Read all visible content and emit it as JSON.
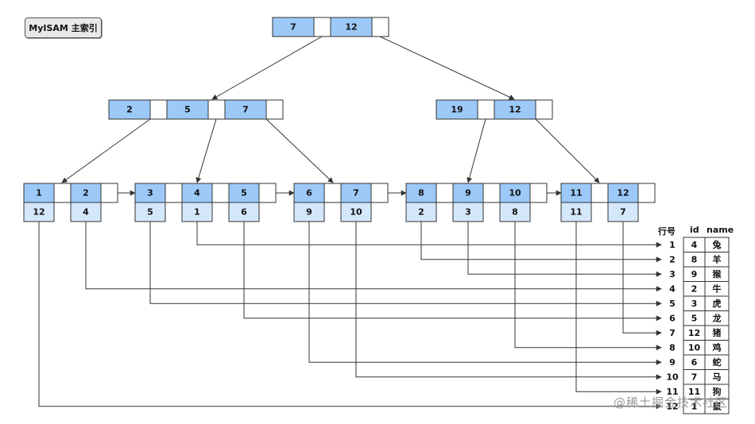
{
  "title": "MyISAM 主索引",
  "watermark": "@稀土掘金技术社区",
  "colors": {
    "key": "#9cc9f8",
    "ptr": "#d4e7fb",
    "line": "#333333"
  },
  "root": {
    "keys": [
      "7",
      "12"
    ]
  },
  "internal": [
    {
      "keys": [
        "2",
        "5",
        "7"
      ]
    },
    {
      "keys": [
        "19",
        "12"
      ]
    }
  ],
  "leaves": [
    {
      "keys": [
        "1",
        "2"
      ],
      "rows": [
        "12",
        "4"
      ]
    },
    {
      "keys": [
        "3",
        "4",
        "5"
      ],
      "rows": [
        "5",
        "1",
        "6"
      ]
    },
    {
      "keys": [
        "6",
        "7"
      ],
      "rows": [
        "9",
        "10"
      ]
    },
    {
      "keys": [
        "8",
        "9",
        "10"
      ],
      "rows": [
        "2",
        "3",
        "8"
      ]
    },
    {
      "keys": [
        "11",
        "12"
      ],
      "rows": [
        "11",
        "7"
      ]
    }
  ],
  "table": {
    "headers": {
      "row": "行号",
      "id": "id",
      "name": "name"
    },
    "rows": [
      {
        "row": "1",
        "id": "4",
        "name": "兔"
      },
      {
        "row": "2",
        "id": "8",
        "name": "羊"
      },
      {
        "row": "3",
        "id": "9",
        "name": "猴"
      },
      {
        "row": "4",
        "id": "2",
        "name": "牛"
      },
      {
        "row": "5",
        "id": "3",
        "name": "虎"
      },
      {
        "row": "6",
        "id": "5",
        "name": "龙"
      },
      {
        "row": "7",
        "id": "12",
        "name": "猪"
      },
      {
        "row": "8",
        "id": "10",
        "name": "鸡"
      },
      {
        "row": "9",
        "id": "6",
        "name": "蛇"
      },
      {
        "row": "10",
        "id": "7",
        "name": "马"
      },
      {
        "row": "11",
        "id": "11",
        "name": "狗"
      },
      {
        "row": "12",
        "id": "1",
        "name": "鼠"
      }
    ]
  }
}
